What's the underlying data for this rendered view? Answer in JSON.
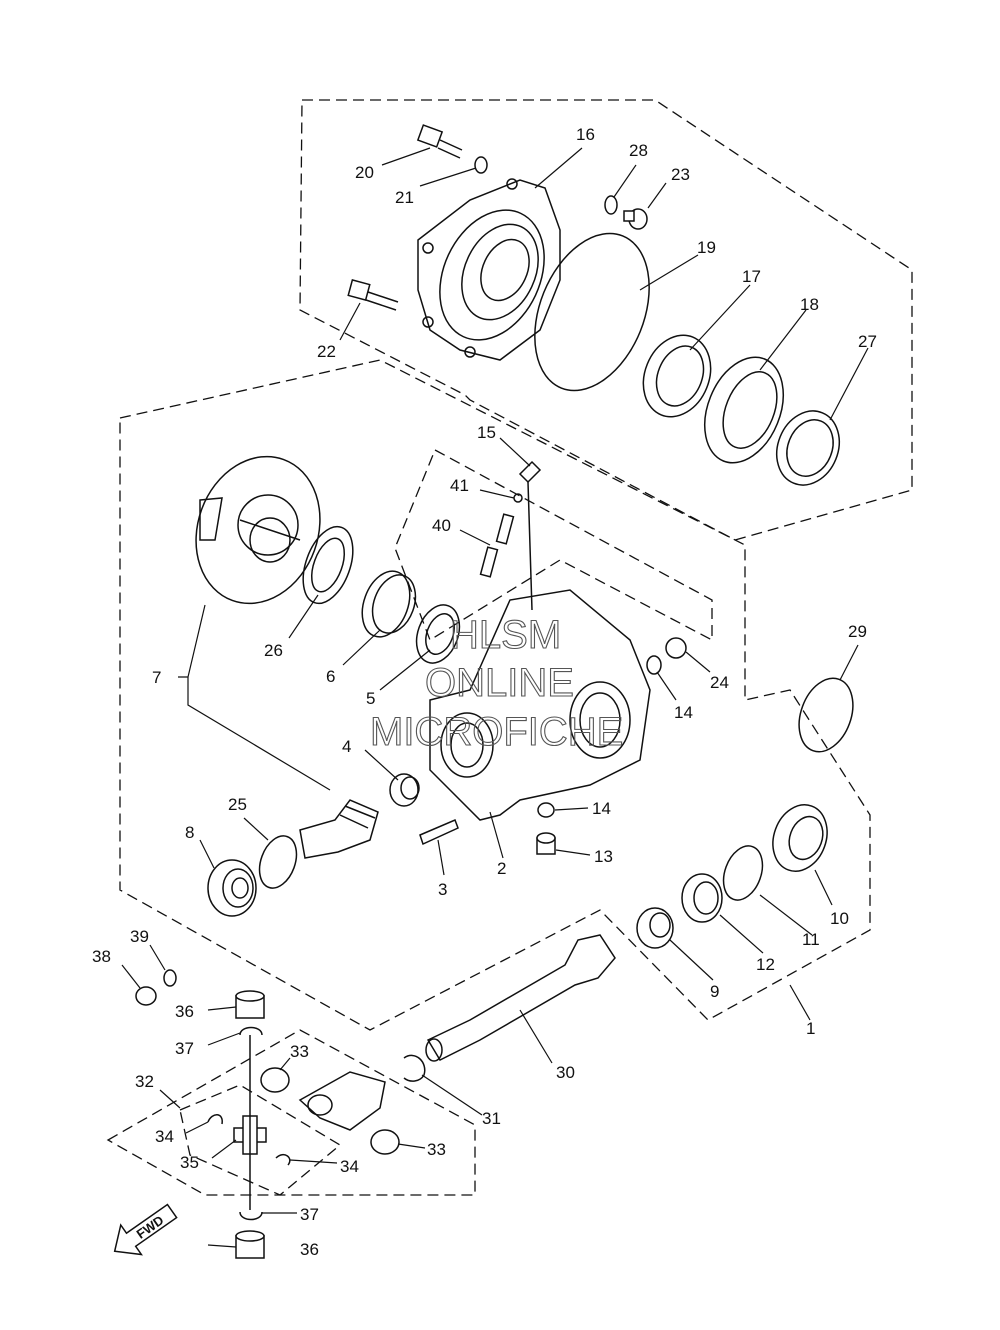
{
  "callouts": [
    {
      "id": "1",
      "text": "1"
    },
    {
      "id": "2",
      "text": "2"
    },
    {
      "id": "3",
      "text": "3"
    },
    {
      "id": "4",
      "text": "4"
    },
    {
      "id": "5",
      "text": "5"
    },
    {
      "id": "6",
      "text": "6"
    },
    {
      "id": "7",
      "text": "7"
    },
    {
      "id": "8",
      "text": "8"
    },
    {
      "id": "9",
      "text": "9"
    },
    {
      "id": "10",
      "text": "10"
    },
    {
      "id": "11",
      "text": "11"
    },
    {
      "id": "12",
      "text": "12"
    },
    {
      "id": "13",
      "text": "13"
    },
    {
      "id": "14a",
      "text": "14"
    },
    {
      "id": "14b",
      "text": "14"
    },
    {
      "id": "15",
      "text": "15"
    },
    {
      "id": "16",
      "text": "16"
    },
    {
      "id": "17",
      "text": "17"
    },
    {
      "id": "18",
      "text": "18"
    },
    {
      "id": "19",
      "text": "19"
    },
    {
      "id": "20",
      "text": "20"
    },
    {
      "id": "21",
      "text": "21"
    },
    {
      "id": "22",
      "text": "22"
    },
    {
      "id": "23",
      "text": "23"
    },
    {
      "id": "24",
      "text": "24"
    },
    {
      "id": "25",
      "text": "25"
    },
    {
      "id": "26",
      "text": "26"
    },
    {
      "id": "27",
      "text": "27"
    },
    {
      "id": "28",
      "text": "28"
    },
    {
      "id": "29",
      "text": "29"
    },
    {
      "id": "30",
      "text": "30"
    },
    {
      "id": "31",
      "text": "31"
    },
    {
      "id": "32",
      "text": "32"
    },
    {
      "id": "33a",
      "text": "33"
    },
    {
      "id": "33b",
      "text": "33"
    },
    {
      "id": "34a",
      "text": "34"
    },
    {
      "id": "34b",
      "text": "34"
    },
    {
      "id": "35",
      "text": "35"
    },
    {
      "id": "36a",
      "text": "36"
    },
    {
      "id": "36b",
      "text": "36"
    },
    {
      "id": "37a",
      "text": "37"
    },
    {
      "id": "37b",
      "text": "37"
    },
    {
      "id": "38",
      "text": "38"
    },
    {
      "id": "39",
      "text": "39"
    },
    {
      "id": "40",
      "text": "40"
    },
    {
      "id": "41",
      "text": "41"
    }
  ],
  "watermark": {
    "line1": "HLSM",
    "line2": "ONLINE",
    "line3": "MICROFICHE"
  },
  "direction_arrow": {
    "label": "FWD",
    "icon": "arrow-down-left-icon"
  }
}
